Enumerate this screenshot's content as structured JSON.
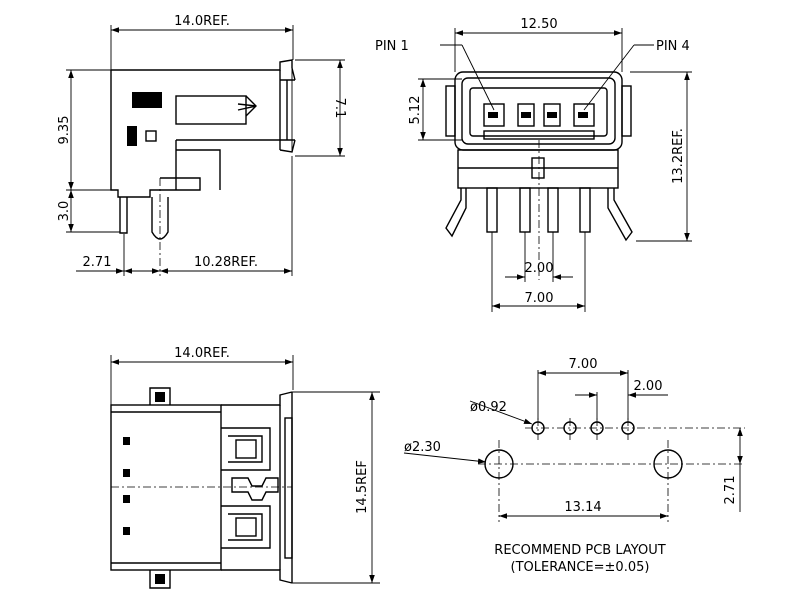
{
  "side_view": {
    "width_label": "14.0REF.",
    "height_label": "9.35",
    "right_height_label": "7.1",
    "pin_length_label": "3.0",
    "left_offset_label": "2.71",
    "right_offset_label": "10.28REF."
  },
  "front_view": {
    "width_label": "12.50",
    "pin1_label": "PIN  1",
    "pin4_label": "PIN  4",
    "height_label": "5.12",
    "total_height_label": "13.2REF.",
    "pin_pitch_label": "2.00",
    "pin_span_label": "7.00"
  },
  "top_view": {
    "width_label": "14.0REF.",
    "length_label": "14.5REF"
  },
  "pcb_layout": {
    "span_label": "7.00",
    "pitch_label": "2.00",
    "small_hole_label": "ø0.92",
    "large_hole_label": "ø2.30",
    "large_hole_span_label": "13.14",
    "offset_label": "2.71",
    "caption_line1": "RECOMMEND  PCB  LAYOUT",
    "caption_line2": "(TOLERANCE=±0.05)"
  }
}
